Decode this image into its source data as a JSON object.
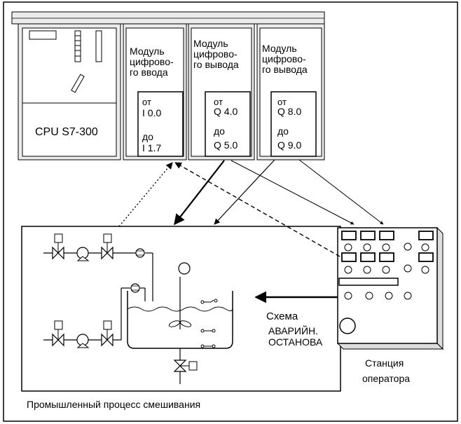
{
  "cpu": {
    "label": "CPU S7-300"
  },
  "modules": [
    {
      "title_lines": [
        "Модуль",
        "цифрово-",
        "го ввода"
      ],
      "range": [
        "от",
        "I 0.0",
        "до",
        "I 1.7"
      ]
    },
    {
      "title_lines": [
        "Модуль",
        "цифрово-",
        "го вывода"
      ],
      "range": [
        "от",
        "Q 4.0",
        "до",
        "Q 5.0"
      ]
    },
    {
      "title_lines": [
        "Модуль",
        "цифрово-",
        "го вывода"
      ],
      "range": [
        "от",
        "Q 8.0",
        "до",
        "Q 9.0"
      ]
    }
  ],
  "process": {
    "caption": "Промышленный процесс смешивания"
  },
  "operator_station": {
    "caption_lines": [
      "Станция",
      "оператора"
    ]
  },
  "emergency": {
    "lines": [
      "Схема",
      "АВАРИЙН.",
      "ОСТАНОВА"
    ]
  },
  "colors": {
    "frame": "#000000",
    "rack_fill": "#ebebeb",
    "background": "#ffffff"
  },
  "icons": [
    "valve-icon",
    "pump-icon",
    "flow-meter-icon",
    "level-sensor-icon",
    "mixer-icon",
    "lamp-icon",
    "push-button-icon"
  ]
}
